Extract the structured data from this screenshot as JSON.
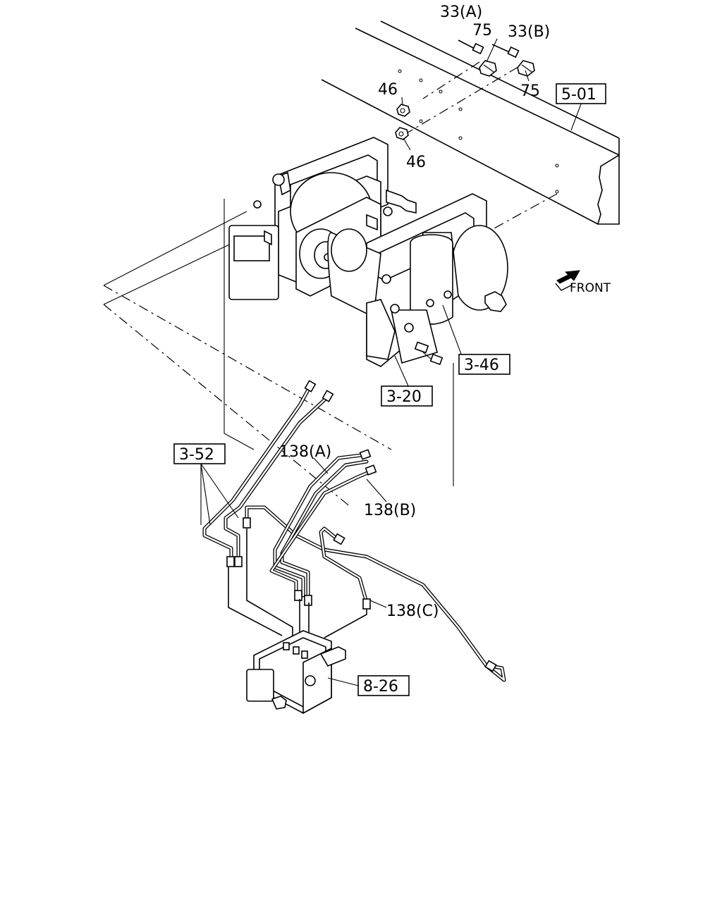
{
  "labels": {
    "p33a": "33(A)",
    "p75a": "75",
    "p33b": "33(B)",
    "p75b": "75",
    "p46a": "46",
    "p46b": "46",
    "front": "FRONT",
    "p138a": "138(A)",
    "p138b": "138(B)",
    "p138c": "138(C)"
  },
  "refs": {
    "r501": "5-01",
    "r346": "3-46",
    "r320": "3-20",
    "r352": "3-52",
    "r826": "8-26"
  },
  "icons": {
    "front_arrow": "front-arrow-icon"
  }
}
